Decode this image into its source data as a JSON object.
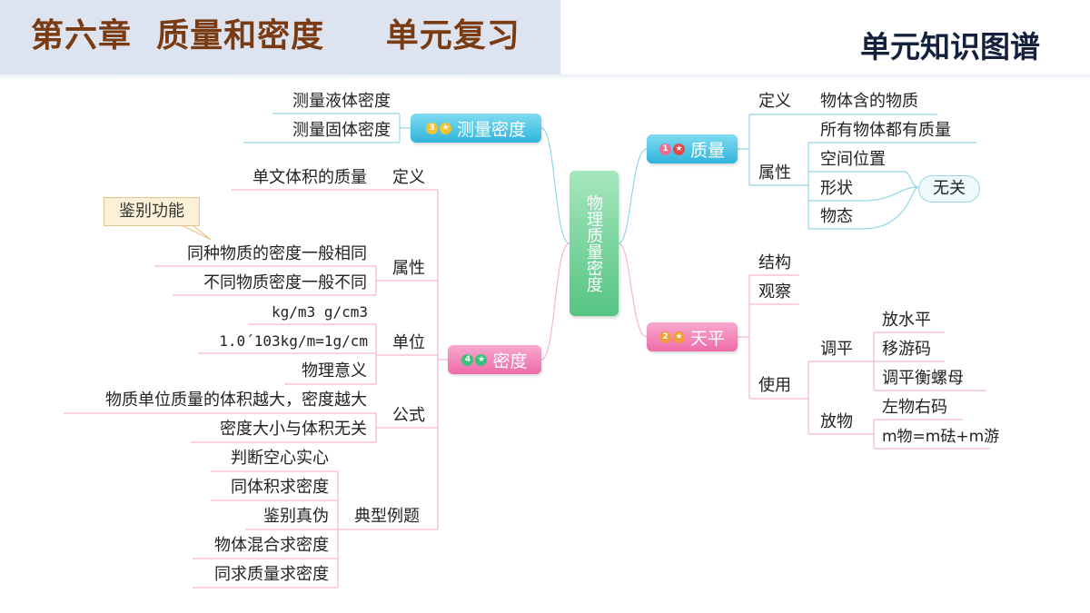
{
  "header": {
    "chapter_title": "第六章  质量和密度     单元复习",
    "page_heading": "单元知识图谱"
  },
  "colors": {
    "header_band": "#dde4f0",
    "title_text": "#7a3b12",
    "heading_text": "#14213d",
    "center_node": "#5cc78a",
    "blue_node": "#37bde0",
    "pink_node": "#f07ab8",
    "line_pink": "#f3b7d3",
    "line_cyan": "#8fd6e8",
    "callout_fill": "#fdf0d8"
  },
  "center": {
    "label": "物理质量密度"
  },
  "branches": {
    "mass": {
      "num": "1",
      "star": "★",
      "label": "质量",
      "definition": {
        "label": "定义",
        "value": "物体含的物质"
      },
      "property": {
        "label": "属性",
        "all": "所有物体都有质量",
        "items": [
          "空间位置",
          "形状",
          "物态"
        ],
        "unrelated": "无关"
      }
    },
    "balance": {
      "num": "2",
      "star": "★",
      "label": "天平",
      "structure": "结构",
      "observe": "观察",
      "use": {
        "label": "使用",
        "adjust": {
          "label": "调平",
          "items": [
            "放水平",
            "移游码",
            "调平衡螺母"
          ]
        },
        "place": {
          "label": "放物",
          "items": [
            "左物右码",
            "m物=m砝+m游"
          ]
        }
      }
    },
    "measure": {
      "num": "3",
      "star": "★",
      "label": "测量密度",
      "items": [
        "测量液体密度",
        "测量固体密度"
      ]
    },
    "density": {
      "num": "4",
      "star": "★",
      "label": "密度",
      "definition": {
        "label": "定义",
        "value": "单文体积的质量"
      },
      "property": {
        "label": "属性",
        "callout": "鉴别功能",
        "items": [
          "同种物质的密度一般相同",
          "不同物质密度一般不同"
        ]
      },
      "unit": {
        "label": "单位",
        "units": "kg/m3  g/cm3",
        "conversion": "1.0´103kg/m=1g/cm",
        "meaning": "物理意义"
      },
      "formula": {
        "label": "公式",
        "items": [
          "物质单位质量的体积越大，密度越大",
          "密度大小与体积无关"
        ]
      },
      "examples": {
        "label": "典型例题",
        "items": [
          "判断空心实心",
          "同体积求密度",
          "鉴别真伪",
          "物体混合求密度",
          "同求质量求密度"
        ]
      }
    }
  }
}
